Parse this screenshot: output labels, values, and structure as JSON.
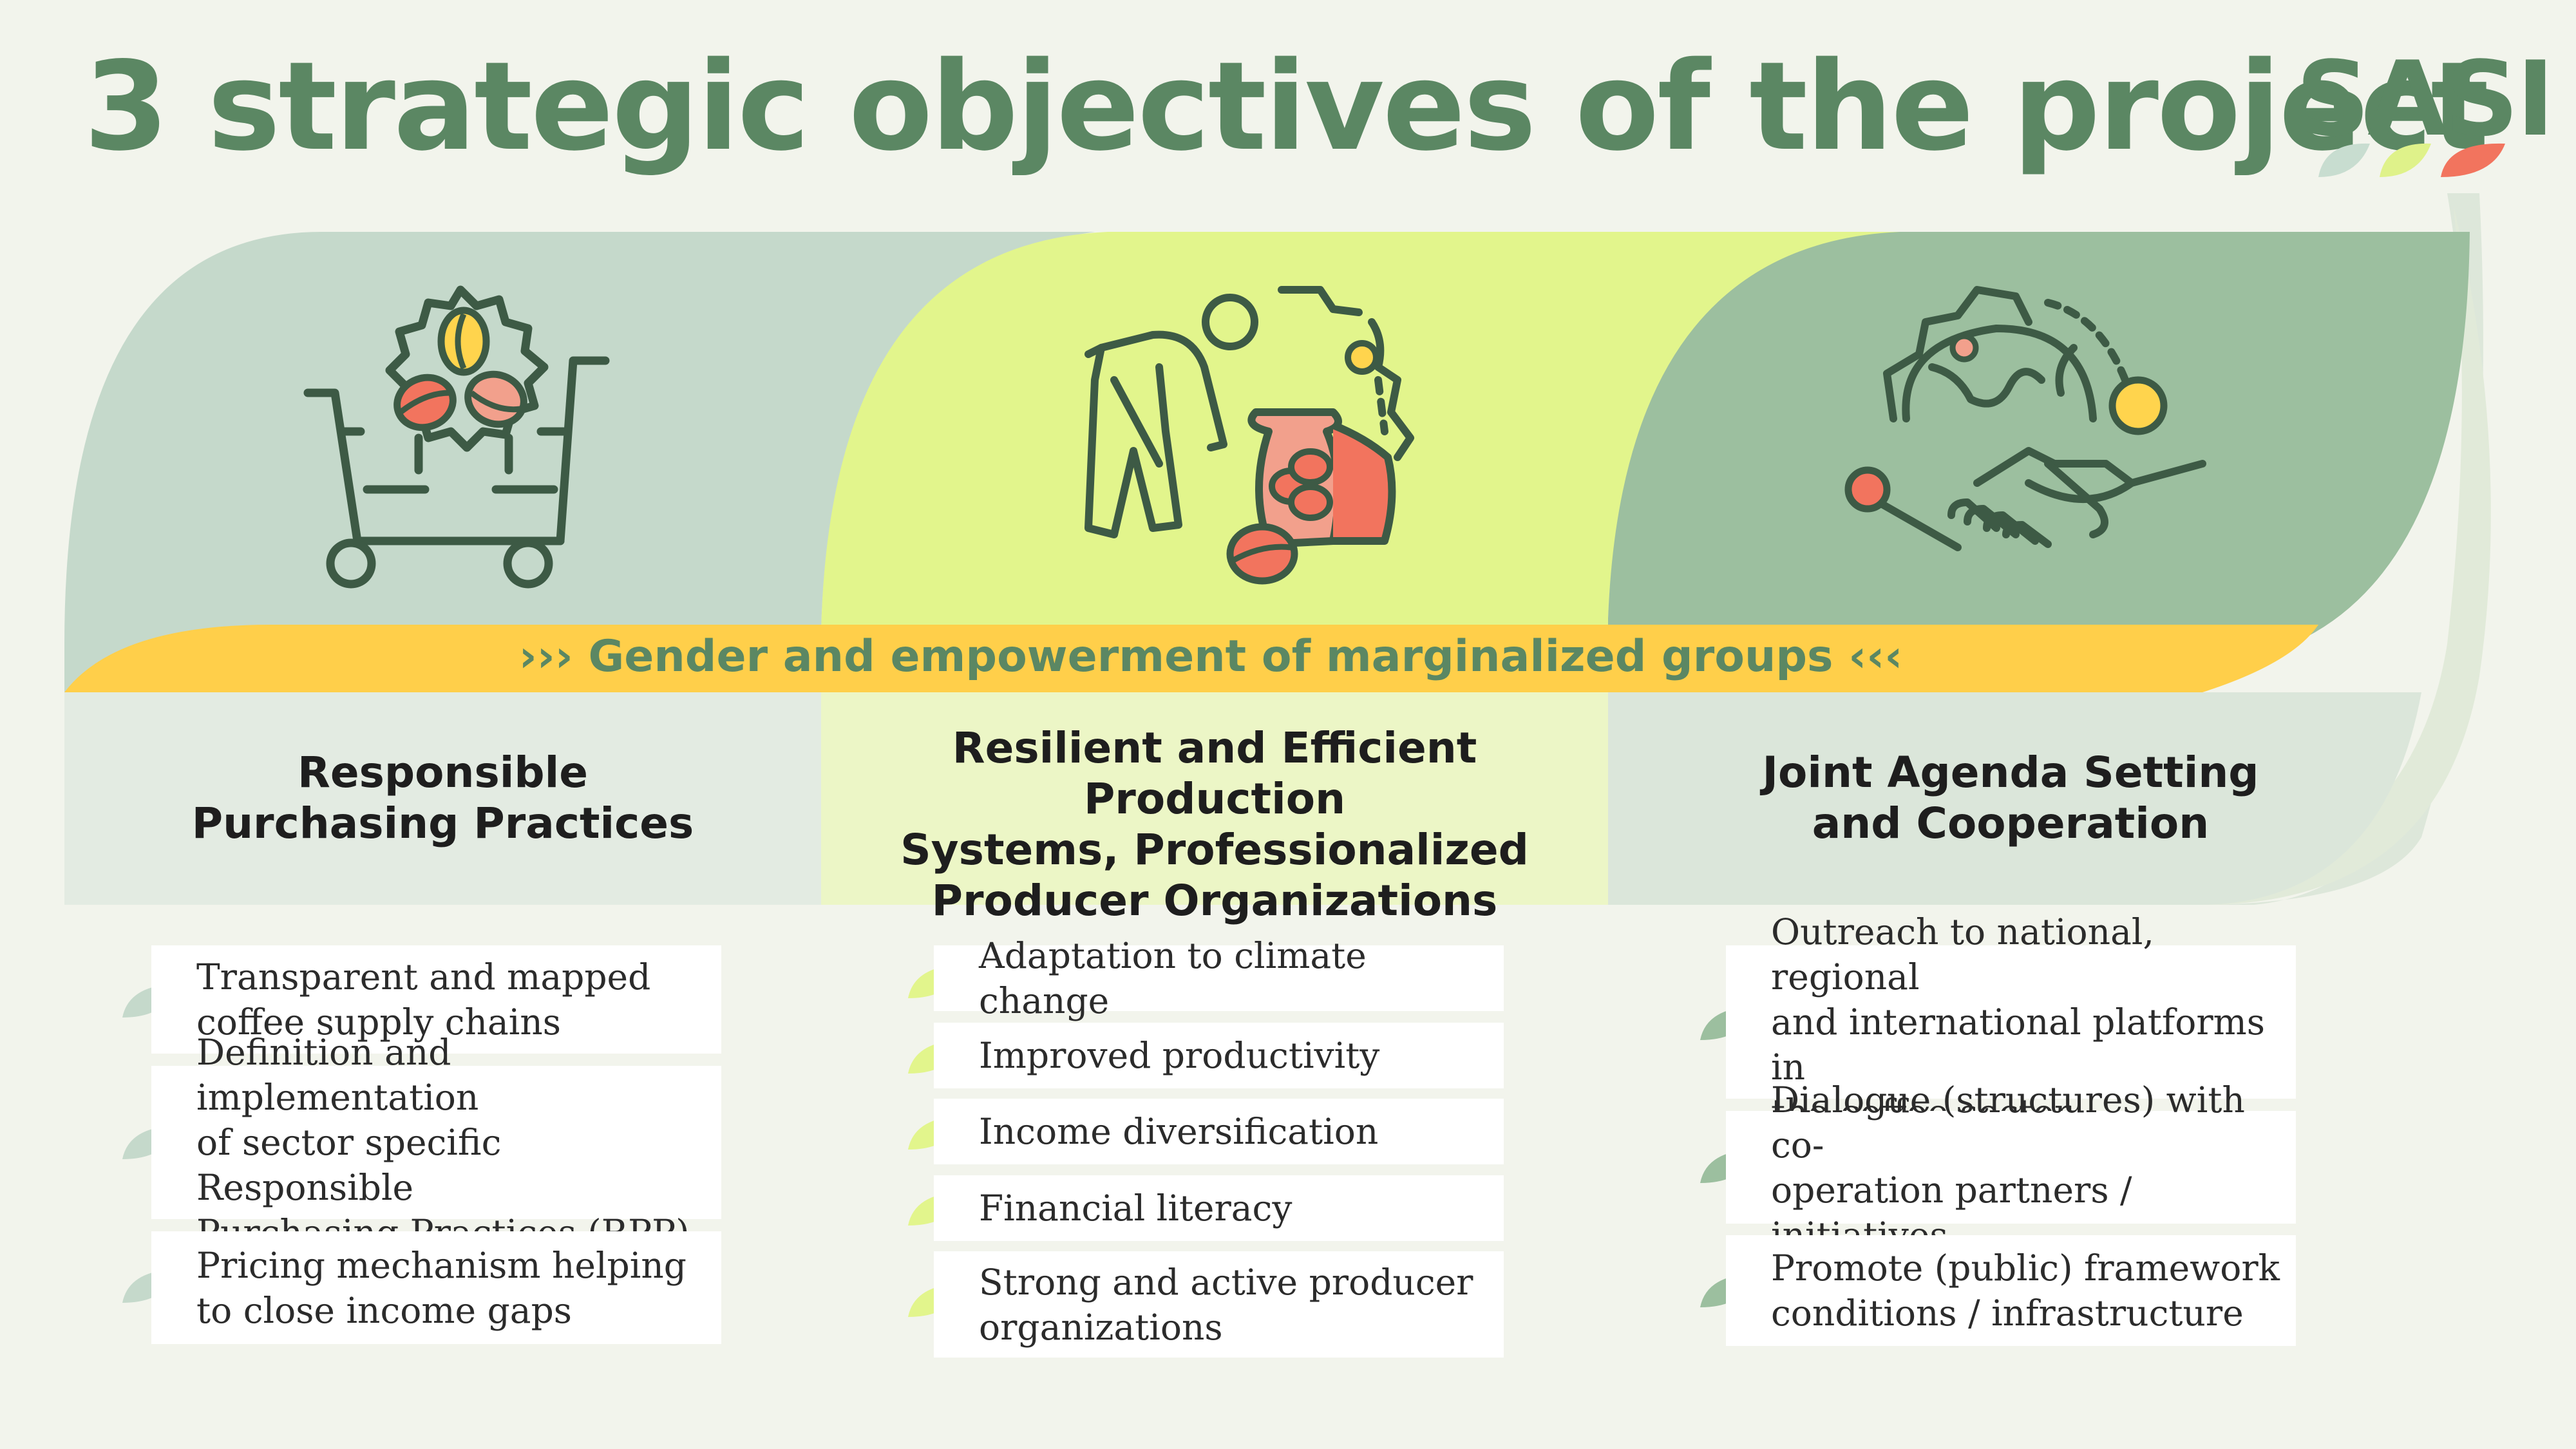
{
  "header": {
    "title": "3 strategic objectives of the project"
  },
  "logo": {
    "text": "SASI",
    "colors": [
      "#c8ddd0",
      "#dff28a",
      "#f2745e"
    ]
  },
  "banner": {
    "text": "››› Gender and empowerment of marginalized groups ‹‹‹",
    "color": "#ffcf4a"
  },
  "colors": {
    "col1": "#c5d9cb",
    "col2": "#e2f58c",
    "col3": "#9cbf9f",
    "lower1": "#e3ebe2",
    "lower2": "#ecf6c6",
    "lower3": "#dbe6da",
    "text_green": "#5b8763"
  },
  "columns": [
    {
      "title_lines": [
        "Responsible",
        "Purchasing Practices"
      ],
      "icon": "shopping-cart-coffee-icon",
      "items": [
        [
          "Transparent and mapped",
          "coffee supply chains"
        ],
        [
          "Definition and implementation",
          "of sector specific Responsible",
          "Purchasing Practices (RPP)"
        ],
        [
          "Pricing mechanism helping",
          "to close income gaps"
        ]
      ]
    },
    {
      "title_lines": [
        "Resilient and Efficient Production",
        "Systems, Professionalized",
        "Producer Organizations"
      ],
      "icon": "farmer-coffee-sack-icon",
      "items": [
        [
          "Adaptation to climate change"
        ],
        [
          "Improved productivity"
        ],
        [
          "Income diversification"
        ],
        [
          "Financial literacy"
        ],
        [
          "Strong and active producer",
          "organizations"
        ]
      ]
    },
    {
      "title_lines": [
        "Joint Agenda Setting",
        "and Cooperation"
      ],
      "icon": "handshake-globe-icon",
      "items": [
        [
          "Outreach to national, regional",
          "and international platforms in",
          "the coffee sector"
        ],
        [
          "Dialogue (structures) with co-",
          "operation partners / initiatives"
        ],
        [
          "Promote (public) framework",
          "conditions / infrastructure"
        ]
      ]
    }
  ]
}
